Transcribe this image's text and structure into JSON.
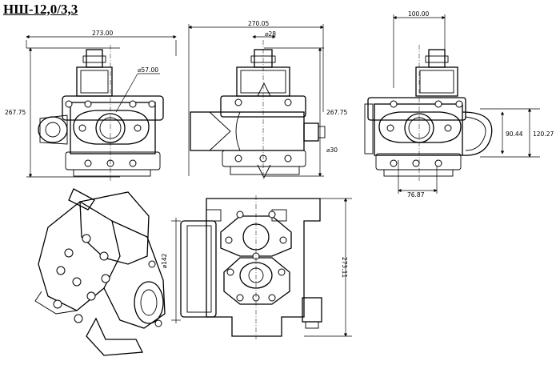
{
  "title": "НШ-12,0/3,3",
  "views": {
    "front": {
      "width": "273.00",
      "height": "267.75",
      "port_dia": "⌀57.00"
    },
    "side": {
      "width": "270.05",
      "shaft_dia": "⌀28",
      "height": "267.75",
      "outlet_dia": "⌀30"
    },
    "right": {
      "top_width": "100.00",
      "height_a": "90.44",
      "height_b": "120.27",
      "bottom_width": "76.87"
    },
    "bottom": {
      "port_dia": "⌀142",
      "height": "273.11"
    }
  }
}
